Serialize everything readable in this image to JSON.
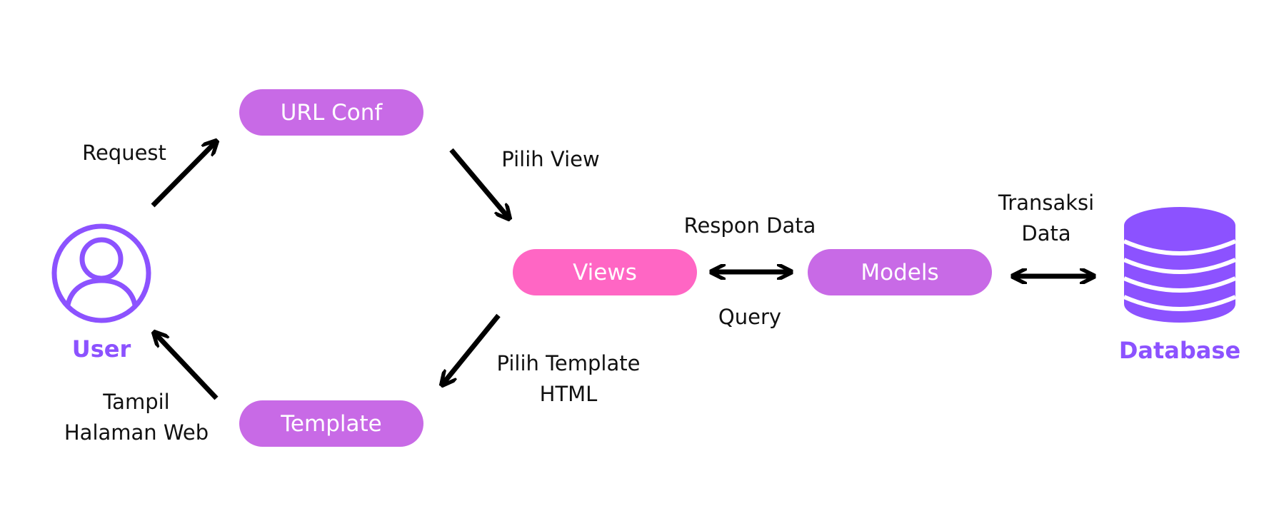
{
  "colors": {
    "pill": "#c86ae6",
    "pill_accent": "#ff66c4",
    "icon": "#8c52ff",
    "arrow": "#000000"
  },
  "nodes": {
    "url_conf": "URL Conf",
    "views": "Views",
    "models": "Models",
    "template": "Template"
  },
  "icons": {
    "user": {
      "icon": "user-icon",
      "label": "User"
    },
    "database": {
      "icon": "database-icon",
      "label": "Database"
    }
  },
  "edges": {
    "request": "Request",
    "pilih_view": "Pilih View",
    "respon_data": "Respon Data",
    "query": "Query",
    "transaksi_line1": "Transaksi",
    "transaksi_line2": "Data",
    "pilih_template_line1": "Pilih Template",
    "pilih_template_line2": "HTML",
    "tampil_line1": "Tampil",
    "tampil_line2": "Halaman Web"
  }
}
